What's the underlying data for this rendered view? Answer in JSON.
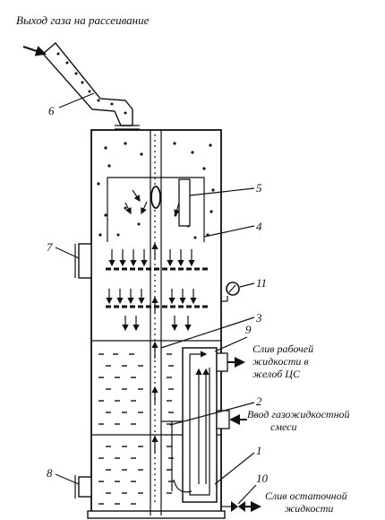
{
  "diagram": {
    "labels": {
      "gas_exit": "Выход газа на рассеивание",
      "drain_work_1": "Слив рабочей",
      "drain_work_2": "жидкости в",
      "drain_work_3": "желоб ЦС",
      "inlet_1": "Ввод газожидкостной",
      "inlet_2": "смеси",
      "drain_rest_1": "Слив остаточной",
      "drain_rest_2": "жидкости"
    },
    "numbers": {
      "n1": "1",
      "n2": "2",
      "n3": "3",
      "n4": "4",
      "n5": "5",
      "n6": "6",
      "n7": "7",
      "n8": "8",
      "n9": "9",
      "n10": "10",
      "n11": "11"
    }
  }
}
